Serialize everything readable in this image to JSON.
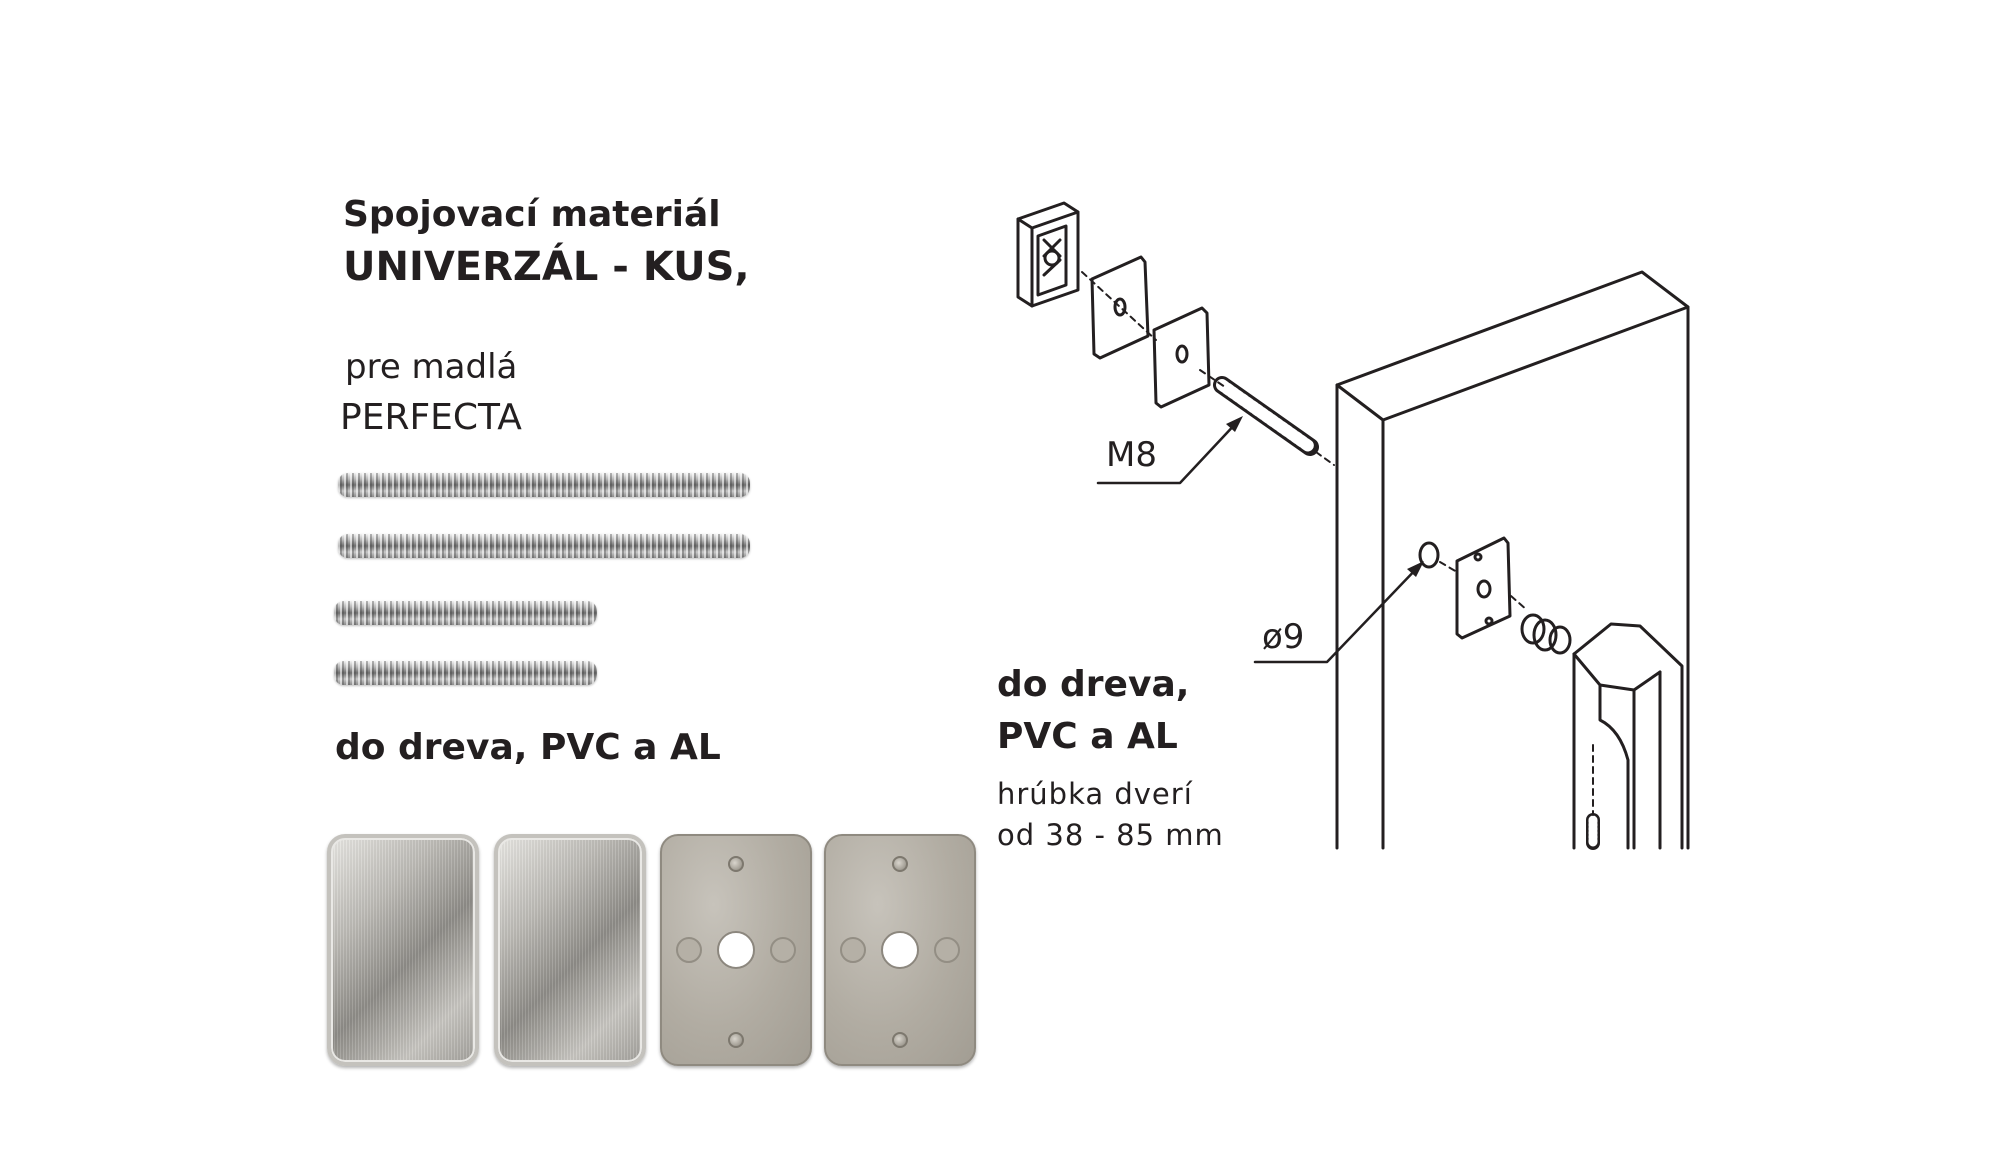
{
  "title": {
    "line1": "Spojovací materiál",
    "line2": "UNIVERZÁL - KUS,"
  },
  "subtitle": {
    "line1": "pre madlá",
    "line2": "PERFECTA"
  },
  "left_caption": "do dreva, PVC a AL",
  "right_caption": {
    "line1": "do dreva,",
    "line2": "PVC a AL",
    "thickness_line1": "hrúbka dverí",
    "thickness_line2": "od 38 - 85 mm"
  },
  "diagram_labels": {
    "thread": "M8",
    "hole": "ø9"
  },
  "items": {
    "rods": [
      "long-threaded-rod",
      "long-threaded-rod",
      "short-threaded-rod",
      "short-threaded-rod"
    ],
    "plates": [
      "brushed",
      "brushed",
      "matte",
      "matte"
    ]
  }
}
